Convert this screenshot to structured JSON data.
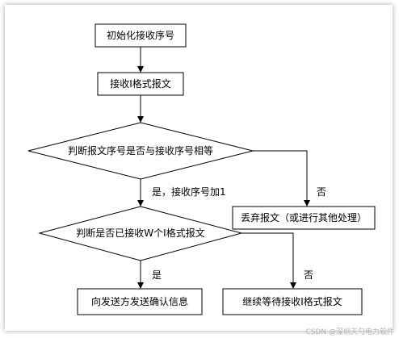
{
  "nodes": {
    "init": "初始化接收序号",
    "receive": "接收I格式报文",
    "check_seq": "判断报文序号是否与接收序号相等",
    "discard": "丢弃报文（或进行其他处理）",
    "check_w": "判断是否已接收W个I格式报文",
    "send_ack": "向发送方发送确认信息",
    "continue_wait": "继续等待接收I格式报文"
  },
  "edges": {
    "seq_yes": "是，接收序号加1",
    "seq_no": "否",
    "w_yes": "是",
    "w_no": "否"
  },
  "watermark": "CSDN @深圳天勺电力软件"
}
